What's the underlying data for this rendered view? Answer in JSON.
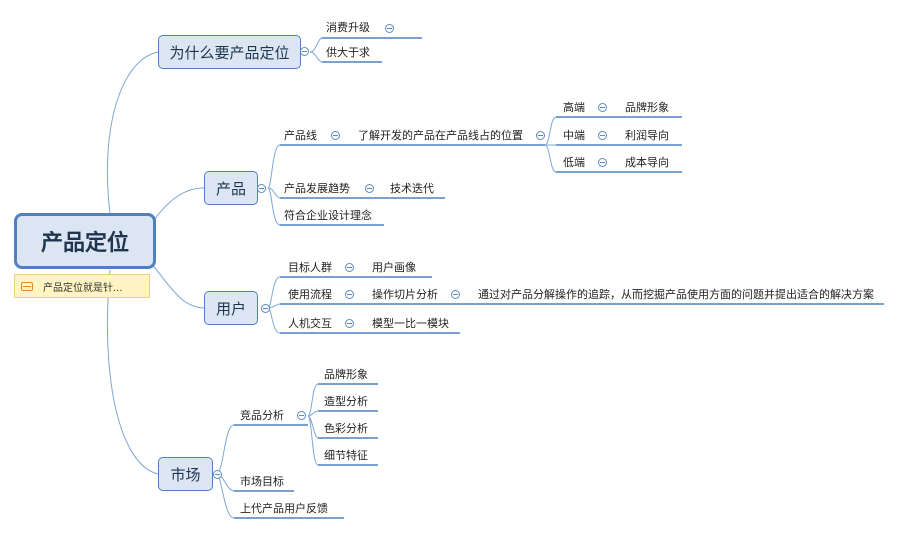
{
  "root": {
    "title": "产品定位",
    "note": "产品定位就是针..."
  },
  "branches": {
    "why": {
      "label": "为什么要产品定位",
      "children": [
        "消费升级",
        "供大于求"
      ]
    },
    "product": {
      "label": "产品",
      "line": "产品线",
      "line_detail": "了解开发的产品在产品线占的位置",
      "tiers": [
        {
          "level": "高端",
          "aim": "品牌形象"
        },
        {
          "level": "中端",
          "aim": "利润导向"
        },
        {
          "level": "低端",
          "aim": "成本导向"
        }
      ],
      "trend": "产品发展趋势",
      "trend_detail": "技术迭代",
      "concept": "符合企业设计理念"
    },
    "user": {
      "label": "用户",
      "items": [
        {
          "name": "目标人群",
          "detail": "用户画像"
        },
        {
          "name": "使用流程",
          "detail": "操作切片分析",
          "extra": "通过对产品分解操作的追踪，从而挖掘产品使用方面的问题并提出适合的解决方案"
        },
        {
          "name": "人机交互",
          "detail": "模型一比一模块"
        }
      ]
    },
    "market": {
      "label": "市场",
      "competitor": "竞品分析",
      "competitor_items": [
        "品牌形象",
        "造型分析",
        "色彩分析",
        "细节特征"
      ],
      "goal": "市场目标",
      "feedback": "上代产品用户反馈"
    }
  },
  "colors": {
    "line": "#7ea6d6",
    "underline": "#4e81bd",
    "fill": "#dce6f2",
    "note": "#fff4c2"
  }
}
